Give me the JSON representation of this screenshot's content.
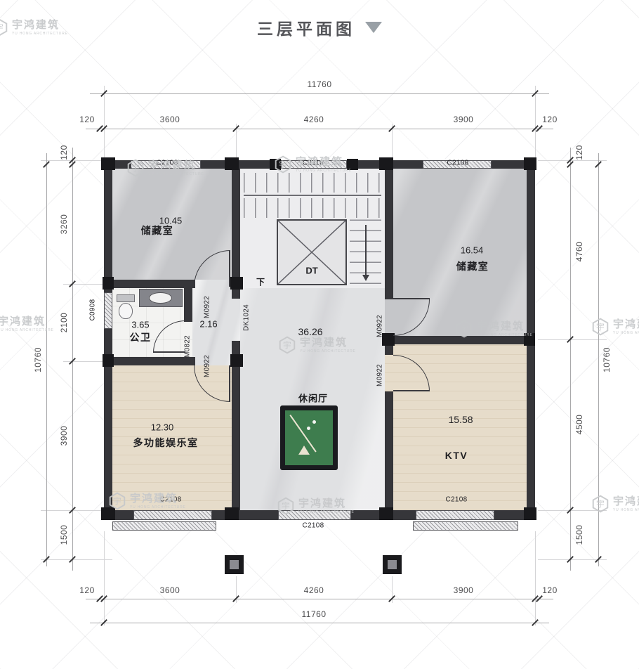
{
  "title": {
    "text": "三层平面图"
  },
  "watermark": {
    "logo_char": "宇",
    "title": "宇鸿建筑",
    "subtitle": "YU HONG ARCHITECTURE"
  },
  "dimensions": {
    "top": {
      "total": "11760",
      "segments": [
        "120",
        "3600",
        "4260",
        "3900",
        "120"
      ]
    },
    "bottom": {
      "total": "11760",
      "segments": [
        "120",
        "3600",
        "4260",
        "3900",
        "120"
      ]
    },
    "left": {
      "total": "10760",
      "segments": [
        "120",
        "3260",
        "2100",
        "3900",
        "1500"
      ]
    },
    "right": {
      "total": "10760",
      "segments": [
        "120",
        "4760",
        "4500",
        "1500"
      ]
    }
  },
  "rooms": {
    "storage_left": {
      "name": "储藏室",
      "area": "10.45"
    },
    "storage_right": {
      "name": "储藏室",
      "area": "16.54"
    },
    "bathroom": {
      "name": "公卫",
      "area": "3.65"
    },
    "corridor": {
      "area": "2.16"
    },
    "hall": {
      "area": "36.26",
      "lounge_name": "休闲厅"
    },
    "entertainment": {
      "name": "多功能娱乐室",
      "area": "12.30"
    },
    "ktv": {
      "name": "KTV",
      "area": "15.58"
    },
    "elevator": {
      "label": "DT"
    },
    "stair": {
      "down": "下"
    }
  },
  "openings": {
    "window_top_left": "C2108",
    "window_top_center": "C2118",
    "window_top_right": "C2108",
    "window_bottom_left": "C2108",
    "window_bottom_center": "C2108",
    "window_bottom_right": "C2108",
    "window_bathroom": "C0908",
    "door_storage_left": "M0922",
    "door_bathroom": "M0822",
    "door_entertainment": "M0922",
    "door_storage_right": "M0922",
    "door_ktv": "M0922",
    "opening_hall": "DK1024"
  },
  "colors": {
    "wall": "#36363a",
    "stone_floor": "#c5c6c9",
    "marble_floor": "#e0e1e3",
    "wood_floor": "#e6dcca",
    "pool_felt": "#3e7d4e",
    "dimension_text": "#4c4c4e",
    "watermark": "#c6c8ca"
  }
}
